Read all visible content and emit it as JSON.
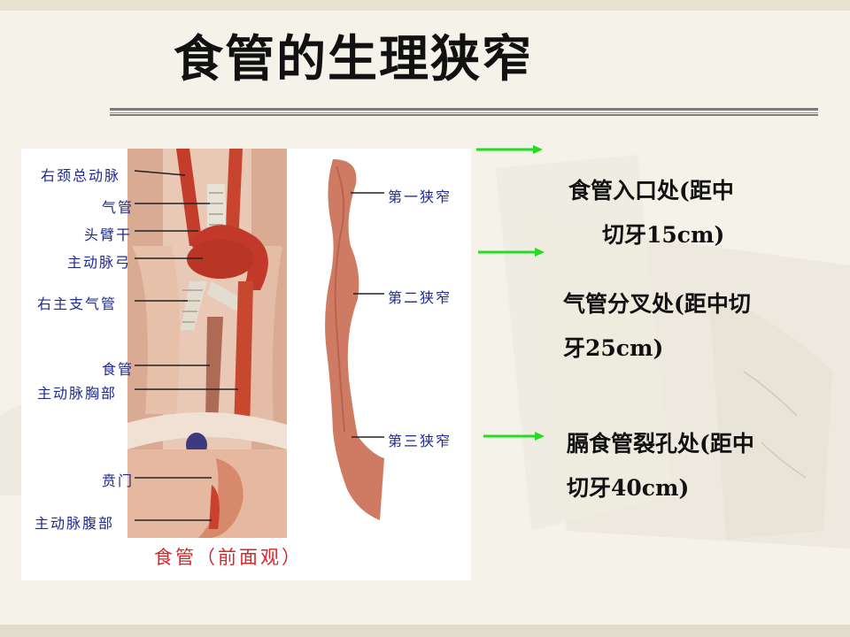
{
  "slide": {
    "title": "食管的生理狭窄",
    "accent_color": "#22dd22"
  },
  "figure": {
    "caption": "食管（前面观）",
    "left_labels": [
      {
        "id": "right-common-carotid",
        "text": "右颈总动脉"
      },
      {
        "id": "trachea",
        "text": "气管"
      },
      {
        "id": "brachiocephalic-trunk",
        "text": "头臂干"
      },
      {
        "id": "aortic-arch",
        "text": "主动脉弓"
      },
      {
        "id": "right-main-bronchus",
        "text": "右主支气管"
      },
      {
        "id": "esophagus",
        "text": "食管"
      },
      {
        "id": "thoracic-aorta",
        "text": "主动脉胸部"
      },
      {
        "id": "cardia",
        "text": "贲门"
      },
      {
        "id": "abdominal-aorta",
        "text": "主动脉腹部"
      }
    ],
    "right_labels": [
      {
        "id": "first-narrowing",
        "text": "第一狭窄"
      },
      {
        "id": "second-narrowing",
        "text": "第二狭窄"
      },
      {
        "id": "third-narrowing",
        "text": "第三狭窄"
      }
    ]
  },
  "narrowings": [
    {
      "lines": [
        "食管入口处(距中",
        "切牙15cm)"
      ]
    },
    {
      "lines": [
        "气管分叉处(距中切",
        "牙25cm)"
      ]
    },
    {
      "lines": [
        "膈食管裂孔处(距中",
        "切牙40cm)"
      ]
    }
  ]
}
